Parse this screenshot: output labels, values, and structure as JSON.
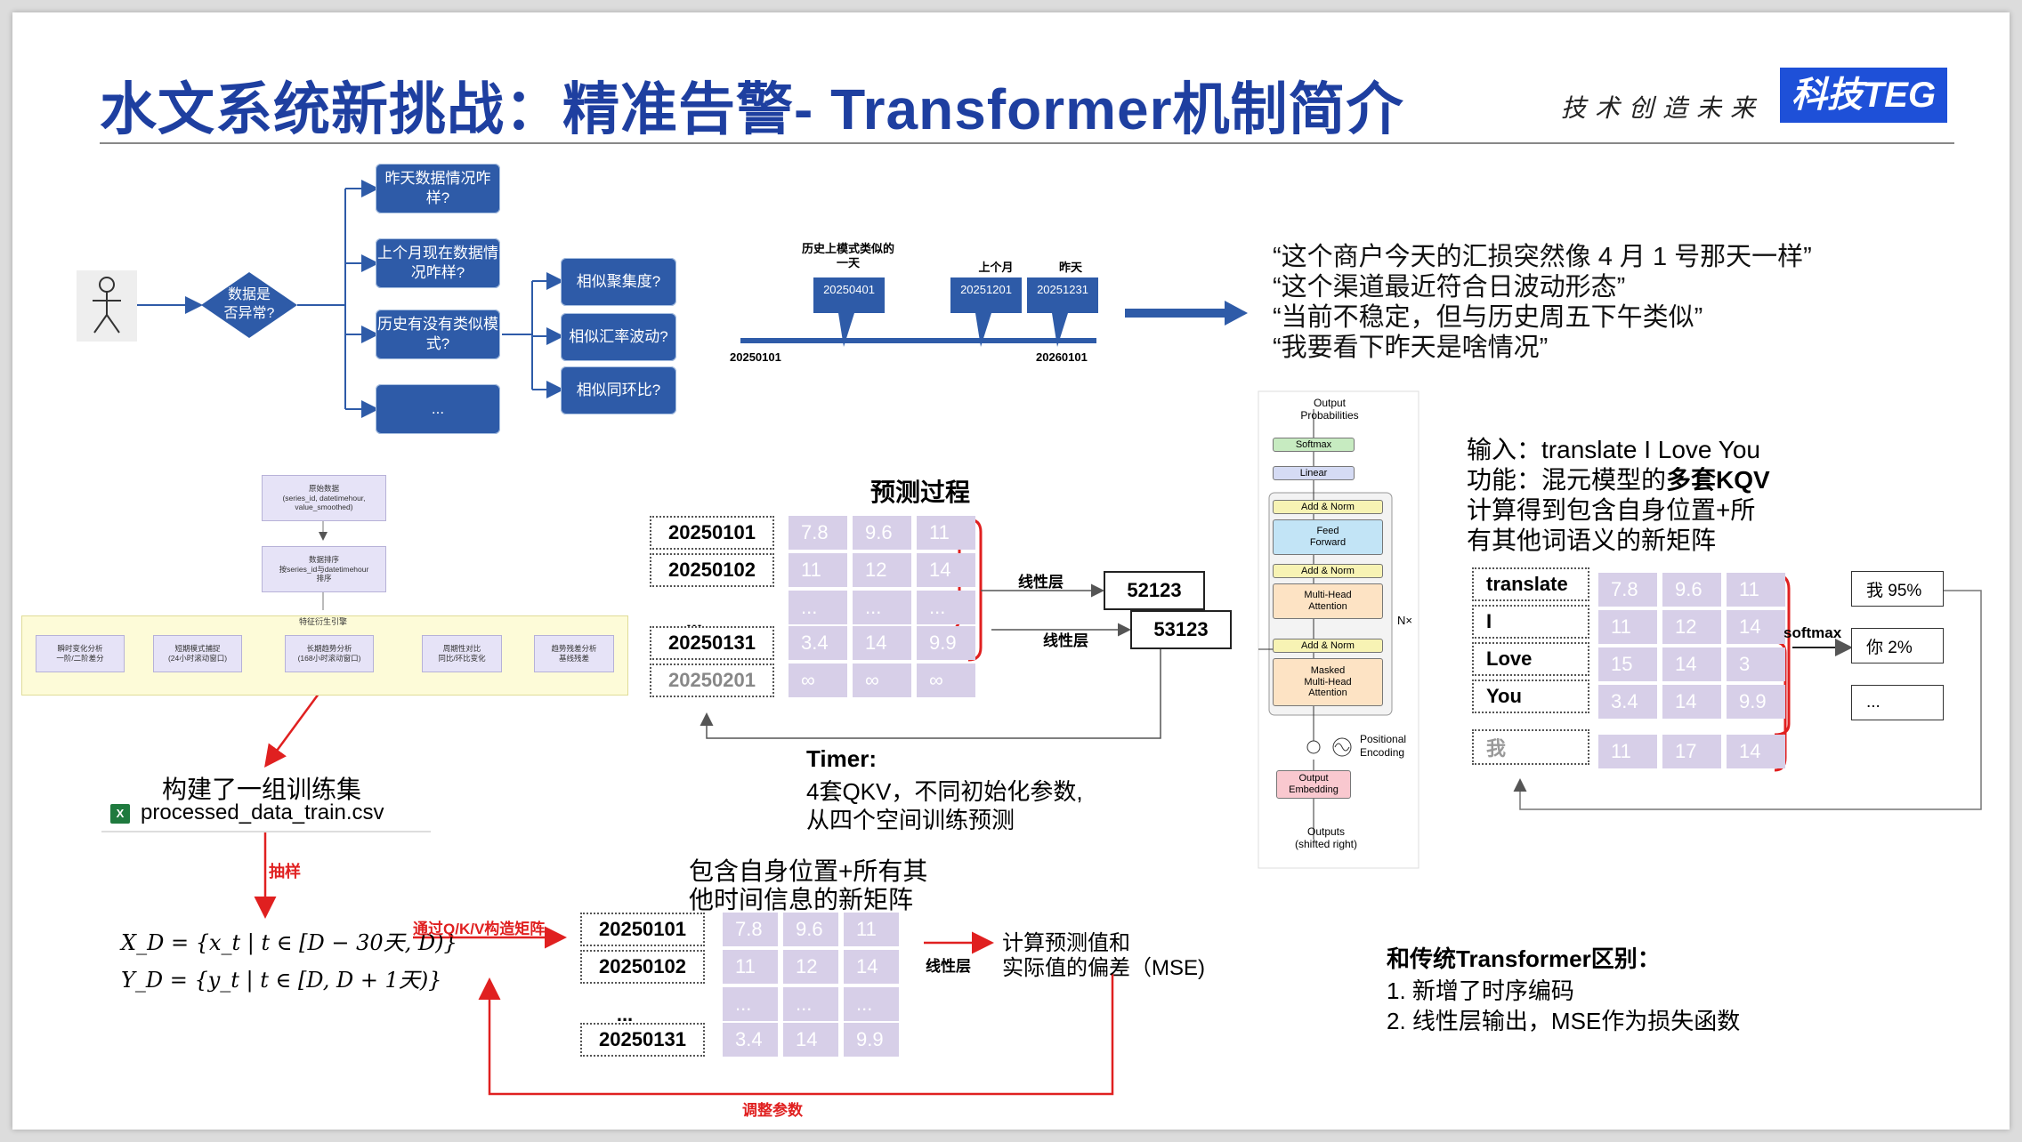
{
  "title": "水文系统新挑战：精准告警- Transformer机制简介",
  "slogan": "技术创造未来",
  "logo": "科技TEG",
  "flow": {
    "decision": "数据是\n否异常?",
    "branches": [
      "昨天数据情况咋样?",
      "上个月现在数据情况咋样?",
      "历史有没有类似模式?",
      "..."
    ],
    "sub_branches": [
      "相似聚集度?",
      "相似汇率波动?",
      "相似同环比?"
    ]
  },
  "timeline": {
    "start": "20250101",
    "end": "20260101",
    "markers": [
      {
        "title": "历史上模式类似的一天",
        "value": "20250401"
      },
      {
        "title": "上个月",
        "value": "20251201"
      },
      {
        "title": "昨天",
        "value": "20251231"
      }
    ]
  },
  "quotes": [
    "“这个商户今天的汇损突然像 4 月 1 号那天一样”",
    "“这个渠道最近符合日波动形态”",
    "“当前不稳定，但与历史周五下午类似”",
    "“我要看下昨天是啥情况”"
  ],
  "pipeline": {
    "raw": "原始数据\n(series_id, datetimehour,\nvalue_smoothed)",
    "sort": "数据排序\n按series_id与datetimehour\n排序",
    "engine": "特征衍生引擎",
    "features": [
      "瞬时变化分析\n一阶/二阶差分",
      "短期模式捕捉\n(24小时滚动窗口)",
      "长期趋势分析\n(168小时滚动窗口)",
      "周期性对比\n同比/环比变化",
      "趋势残差分析\n基线残差"
    ]
  },
  "train": {
    "title": "构建了一组训练集",
    "file": "processed_data_train.csv",
    "sample": "抽样",
    "xd": "X_D = {x_t | t ∈ [D − 30天, D)}",
    "yd": "Y_D = {y_t | t ∈ [D, D + 1天)}",
    "qkv": "通过Q/K/V构造矩阵",
    "adjust": "调整参数"
  },
  "predict": {
    "title": "预测过程",
    "rows": [
      {
        "label": "20250101",
        "cells": [
          "7.8",
          "9.6",
          "11"
        ]
      },
      {
        "label": "20250102",
        "cells": [
          "11",
          "12",
          "14"
        ]
      },
      {
        "label": "...",
        "cells": [
          "...",
          "...",
          "..."
        ]
      },
      {
        "label": "20250131",
        "cells": [
          "3.4",
          "14",
          "9.9"
        ]
      },
      {
        "label": "20250201",
        "cells": [
          "∞",
          "∞",
          "∞"
        ]
      }
    ],
    "linear": "线性层",
    "outputs": [
      "52123",
      "53123"
    ],
    "timer_title": "Timer:",
    "timer_l1": "4套QKV，不同初始化参数,",
    "timer_l2": "从四个空间训练预测"
  },
  "matrix2": {
    "title_l1": "包含自身位置+所有其",
    "title_l2": "他时间信息的新矩阵",
    "rows": [
      {
        "label": "20250101",
        "cells": [
          "7.8",
          "9.6",
          "11"
        ]
      },
      {
        "label": "20250102",
        "cells": [
          "11",
          "12",
          "14"
        ]
      },
      {
        "label": "...",
        "cells": [
          "...",
          "...",
          "..."
        ]
      },
      {
        "label": "20250131",
        "cells": [
          "3.4",
          "14",
          "9.9"
        ]
      }
    ],
    "linear": "线性层",
    "mse_l1": "计算预测值和",
    "mse_l2": "实际值的偏差（MSE)"
  },
  "transformer": {
    "output_prob": "Output\nProbabilities",
    "softmax": "Softmax",
    "linear": "Linear",
    "addnorm": "Add & Norm",
    "ff": "Feed\nForward",
    "mha": "Multi-Head\nAttention",
    "mmha": "Masked\nMulti-Head\nAttention",
    "nx": "N×",
    "pe": "Positional\nEncoding",
    "oe": "Output\nEmbedding",
    "outputs": "Outputs\n(shifted right)"
  },
  "nlp": {
    "input_prefix": "输入：",
    "input_val": "translate I Love You",
    "func_prefix": "功能：混元模型的",
    "func_bold": "多套KQV",
    "desc_l1": "计算得到包含自身位置+所",
    "desc_l2": "有其他词语义的新矩阵",
    "rows": [
      {
        "label": "translate",
        "cells": [
          "7.8",
          "9.6",
          "11"
        ]
      },
      {
        "label": "I",
        "cells": [
          "11",
          "12",
          "14"
        ]
      },
      {
        "label": "Love",
        "cells": [
          "15",
          "14",
          "3"
        ]
      },
      {
        "label": "You",
        "cells": [
          "3.4",
          "14",
          "9.9"
        ]
      },
      {
        "label": "我",
        "cells": [
          "11",
          "17",
          "14"
        ]
      }
    ],
    "softmax": "softmax",
    "outputs": [
      "我 95%",
      "你 2%",
      "..."
    ]
  },
  "diff": {
    "title": "和传统Transformer区别：",
    "items": [
      "1.  新增了时序编码",
      "2.  线性层输出，MSE作为损失函数"
    ]
  },
  "colors": {
    "title": "#1e3fa0",
    "logo": "#1e50d8",
    "flow": "#2e5ba8",
    "cell": "#d7cfe8",
    "red": "#e02020"
  }
}
